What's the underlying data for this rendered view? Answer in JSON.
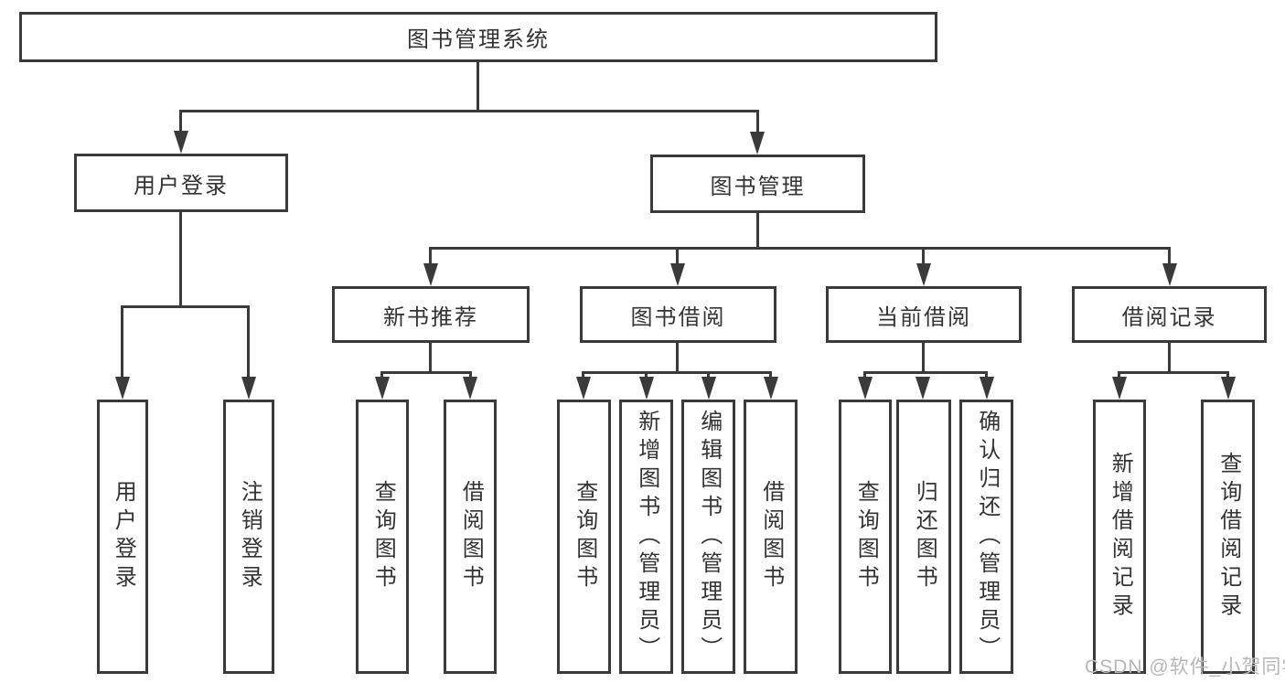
{
  "diagram": {
    "title": "图书管理系统",
    "root": {
      "label": "图书管理系统"
    },
    "level2": [
      {
        "label": "用户登录",
        "children": [
          {
            "label": "用户登录"
          },
          {
            "label": "注销登录"
          }
        ]
      },
      {
        "label": "图书管理",
        "children": [
          {
            "label": "新书推荐",
            "children": [
              {
                "label": "查询图书"
              },
              {
                "label": "借阅图书"
              }
            ]
          },
          {
            "label": "图书借阅",
            "children": [
              {
                "label": "查询图书"
              },
              {
                "label": "新增图书（管理员）"
              },
              {
                "label": "编辑图书（管理员）"
              },
              {
                "label": "借阅图书"
              }
            ]
          },
          {
            "label": "当前借阅",
            "children": [
              {
                "label": "查询图书"
              },
              {
                "label": "归还图书"
              },
              {
                "label": "确认归还（管理员）"
              }
            ]
          },
          {
            "label": "借阅记录",
            "children": [
              {
                "label": "新增借阅记录"
              },
              {
                "label": "查询借阅记录"
              }
            ]
          }
        ]
      }
    ]
  },
  "watermark": {
    "text": "CSDN @软件_小贺同学"
  },
  "colors": {
    "line": "#3a3a3a",
    "text": "#333333",
    "watermark": "#b7b7b7",
    "background": "#ffffff"
  }
}
